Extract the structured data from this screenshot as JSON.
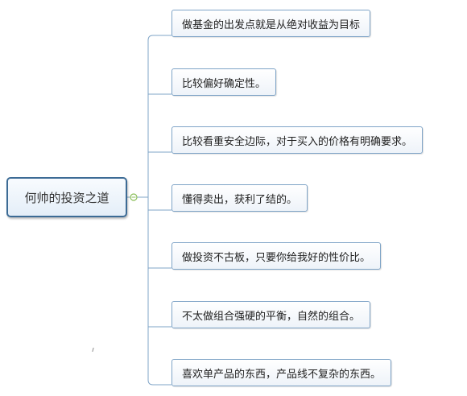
{
  "mindmap": {
    "root": {
      "label": "何帅的投资之道"
    },
    "branches": [
      {
        "label": "做基金的出发点就是从绝对收益为目标"
      },
      {
        "label": "比较偏好确定性。"
      },
      {
        "label": "比较看重安全边际，对于买入的价格有明确要求。"
      },
      {
        "label": "懂得卖出，获利了结的。"
      },
      {
        "label": "做投资不古板，只要你给我好的性价比。"
      },
      {
        "label": "不太做组合强硬的平衡，自然的组合。"
      },
      {
        "label": "喜欢单产品的东西，产品线不复杂的东西。"
      }
    ]
  },
  "colors": {
    "connector": "#7fa4c7",
    "root_border": "#3c6b95",
    "collapse_knob": "#8bbf5a"
  }
}
